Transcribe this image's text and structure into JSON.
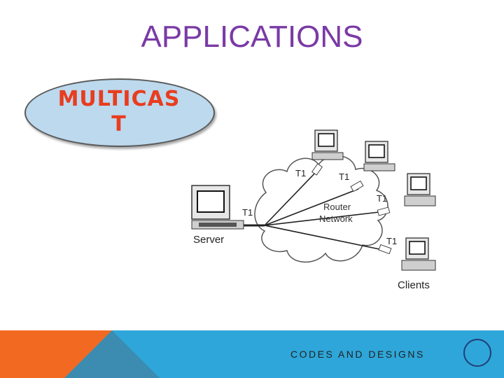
{
  "slide": {
    "title": "APPLICATIONS",
    "callout": "MULTICAST",
    "footer_text": "CODES AND DESIGNS"
  },
  "diagram": {
    "server_label": "Server",
    "clients_label": "Clients",
    "network_label_1": "Router",
    "network_label_2": "Network",
    "link_labels": [
      "T1",
      "T1",
      "T1",
      "T1",
      "T1"
    ]
  },
  "colors": {
    "title": "#7a3aa6",
    "callout_fill": "#bcd9ee",
    "callout_text": "#e83d1f",
    "footer_orange": "#f26a21",
    "footer_blue": "#2fa6d9",
    "footer_dark": "#3b8cb0"
  }
}
